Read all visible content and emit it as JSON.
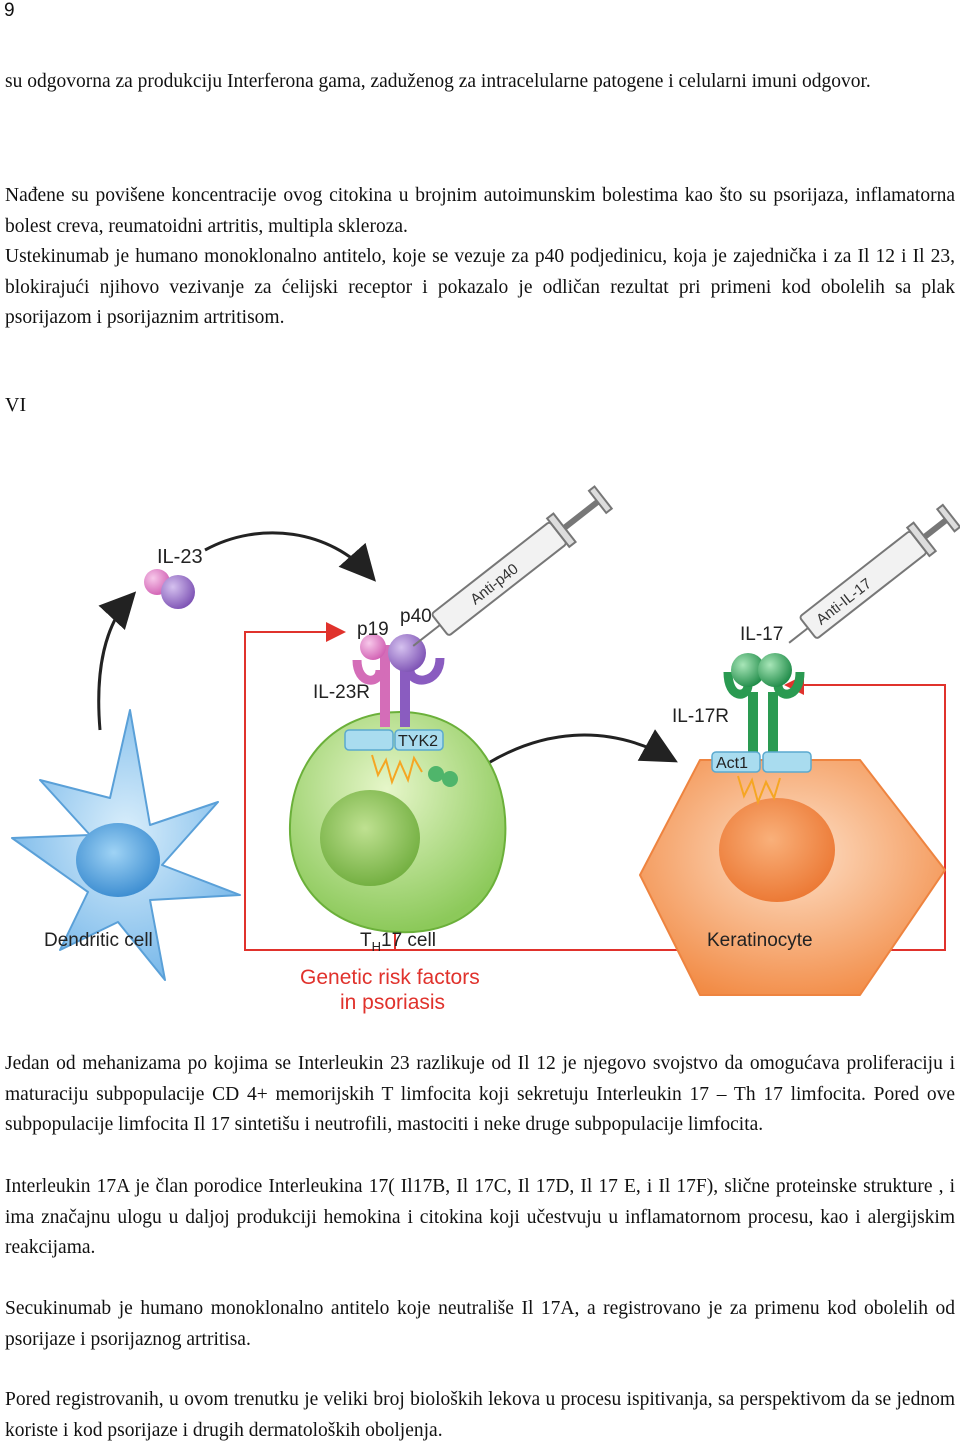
{
  "page": {
    "number": "9"
  },
  "paragraphs": {
    "p1": "su odgovorna za produkciju Interferona gama, zaduženog za intracelularne patogene i celularni imuni odgovor.",
    "p2": "Nađene su povišene koncentracije ovog citokina u brojnim autoimunskim bolestima kao što su psorijaza, inflamatorna bolest creva, reumatoidni artritis, multipla skleroza.",
    "p3": "Ustekinumab je humano monoklonalno antitelo, koje se vezuje za p40 podjedinicu, koja je zajednička i za Il 12 i Il 23, blokirajući njihovo vezivanje za ćelijski receptor i pokazalo je odličan rezultat pri primeni kod obolelih sa plak psorijazom i psorijaznim artritisom.",
    "p4": "Jedan od mehanizama po kojima se Interleukin 23 razlikuje od Il 12 je njegovo svojstvo da omogućava proliferaciju i maturaciju subpopulacije CD 4+ memorijskih T limfocita koji sekretuju Interleukin 17 – Th 17 limfocita. Pored ove subpopulacije limfocita Il 17 sintetišu i neutrofili, mastociti i neke druge subpopulacije limfocita.",
    "p5": "Interleukin 17A je član porodice Interleukina 17( Il17B, Il 17C, Il 17D, Il 17 E, i Il 17F), slične proteinske strukture , i ima značajnu ulogu u daljoj produkciji hemokina i citokina koji učestvuju u inflamatornom procesu, kao i alergijskim reakcijama.",
    "p6": "Secukinumab je humano monoklonalno antitelo koje neutrališe Il 17A, a registrovano je za primenu kod obolelih od psorijaze i psorijaznog artritisa.",
    "p7": "Pored registrovanih, u ovom trenutku je veliki broj bioloških lekova u procesu ispitivanja, sa perspektivom da se jednom koriste i kod psorijaze i drugih dermatoloških oboljenja."
  },
  "section": {
    "label": "VI"
  },
  "figure": {
    "labels": {
      "il23": "IL-23",
      "p19": "p19",
      "p40": "p40",
      "il23r": "IL-23R",
      "tyk2": "TYK2",
      "anti_p40": "Anti-p40",
      "anti_il17": "Anti-IL-17",
      "il17": "IL-17",
      "il17r": "IL-17R",
      "act1": "Act1",
      "dendritic_cell": "Dendritic cell",
      "th17_T": "T",
      "th17_sub": "H",
      "th17_rest": "17 cell",
      "keratinocyte": "Keratinocyte",
      "genetic_line1": "Genetic risk factors",
      "genetic_line2": "in psoriasis"
    },
    "colors": {
      "dendritic": "#8fc8f0",
      "th17": "#b7e08a",
      "keratinocyte": "#f7a36a",
      "p19": "#e27ec6",
      "p40": "#9a72c6",
      "il17": "#2fa15a",
      "risk": "#e0322c",
      "tyk2_box": "#a9dcef"
    }
  }
}
